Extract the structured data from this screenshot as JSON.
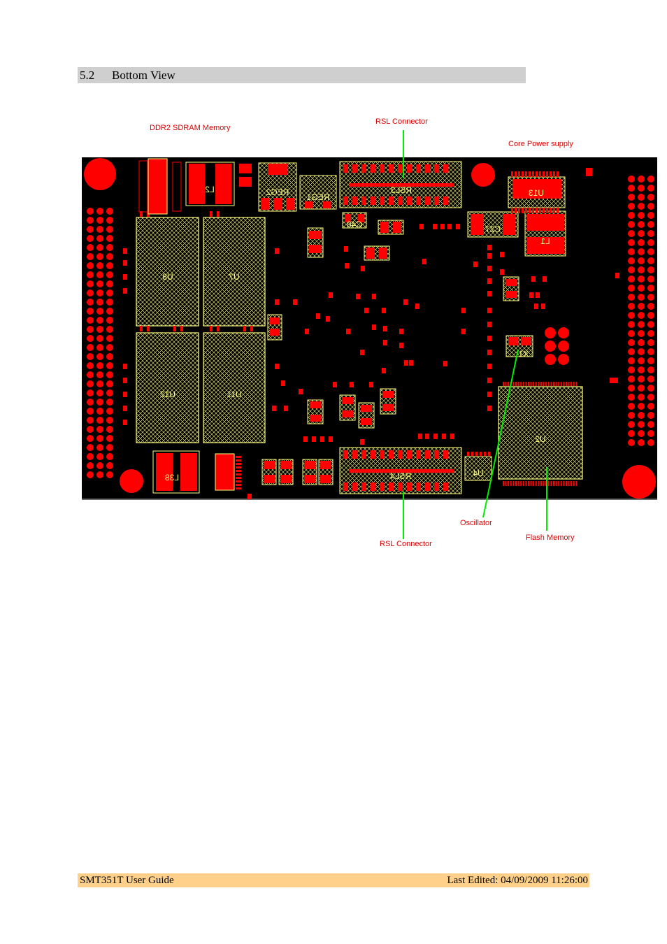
{
  "section": {
    "number": "5.2",
    "title": "Bottom View"
  },
  "callouts": {
    "ddr2": "DDR2 SDRAM Memory",
    "rsl_top": "RSL Connector",
    "core_power": "Core Power supply",
    "oscillator": "Oscillator",
    "rsl_bottom": "RSL Connector",
    "flash": "Flash Memory"
  },
  "board": {
    "designators": {
      "u8": "U8",
      "u7": "U7",
      "u12": "U12",
      "u11": "U11",
      "l2": "L2",
      "reg2": "REG2",
      "reg1": "REG1",
      "rsl3": "RSL3",
      "c48": "C48",
      "c27": "C27",
      "u13": "U13",
      "l1": "L1",
      "x1": "X1",
      "u2": "U2",
      "rsl4": "RSL4",
      "u4": "U4",
      "l38": "L38"
    },
    "colors": {
      "background": "#000000",
      "copper": "#ff0000",
      "silkscreen": "#ffff80",
      "leader": "#00ee00"
    }
  },
  "footer": {
    "left": "SMT351T User Guide",
    "right": "Last Edited: 04/09/2009 11:26:00"
  }
}
